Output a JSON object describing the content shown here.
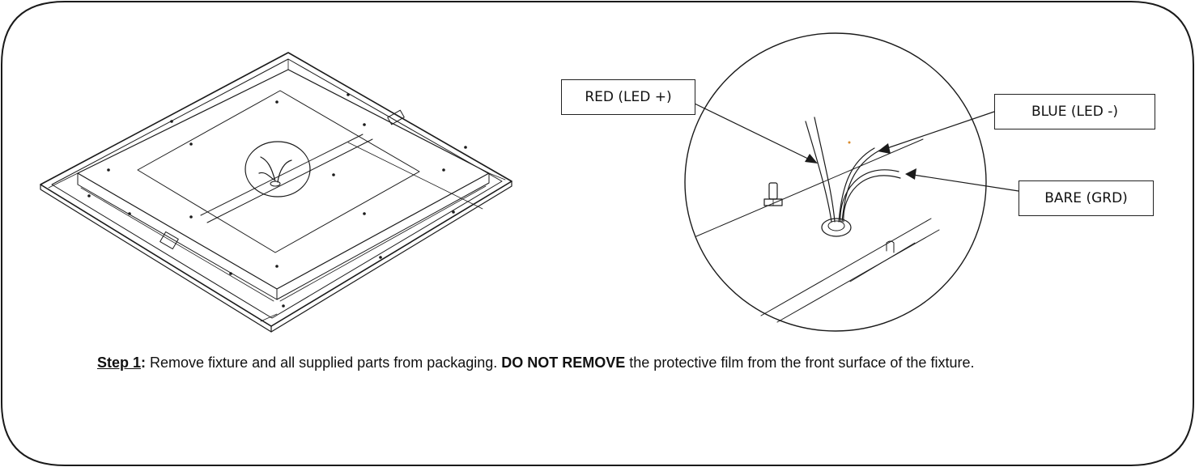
{
  "callouts": {
    "red": "RED (LED +)",
    "blue": "BLUE (LED -)",
    "bare": "BARE (GRD)"
  },
  "step": {
    "label": "Step 1",
    "colon": ":",
    "text_before": " Remove fixture and all supplied parts from packaging. ",
    "warning": "DO NOT REMOVE",
    "text_after": " the protective film from the front surface of the fixture."
  },
  "colors": {
    "line": "#1a1a1a",
    "red_wire_dot": "#d98a2b"
  }
}
